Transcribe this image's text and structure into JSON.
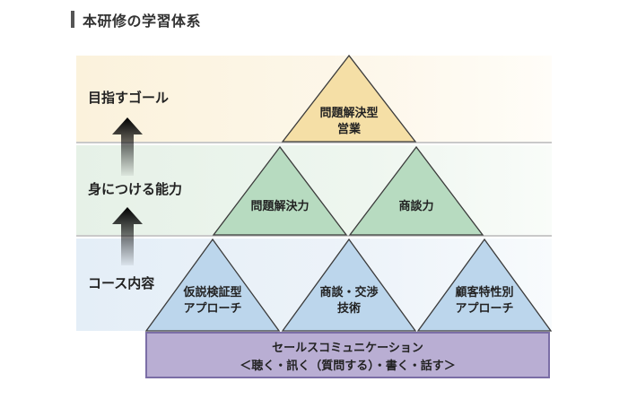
{
  "header": {
    "title": "本研修の学習体系"
  },
  "rows": {
    "goal": {
      "label": "目指すゴール"
    },
    "skills": {
      "label": "身につける能力"
    },
    "course": {
      "label": "コース内容"
    }
  },
  "pyramid": {
    "goal": {
      "line1": "問題解決型",
      "line2": "営業"
    },
    "skill_left": {
      "label": "問題解決力"
    },
    "skill_right": {
      "label": "商談力"
    },
    "course_left": {
      "line1": "仮説検証型",
      "line2": "アプローチ"
    },
    "course_middle": {
      "line1": "商談・交渉",
      "line2": "技術"
    },
    "course_right": {
      "line1": "顧客特性別",
      "line2": "アプローチ"
    }
  },
  "foundation": {
    "line1": "セールスコミュニケーション",
    "line2": "＜聴く・訊く（質問する）・書く・話す＞"
  },
  "colors": {
    "goal_triangle": "#f5dfa6",
    "skill_triangle": "#b7dbc0",
    "course_triangle": "#bcd6ec",
    "foundation": "#b9aed3",
    "arrow": "#111111"
  }
}
